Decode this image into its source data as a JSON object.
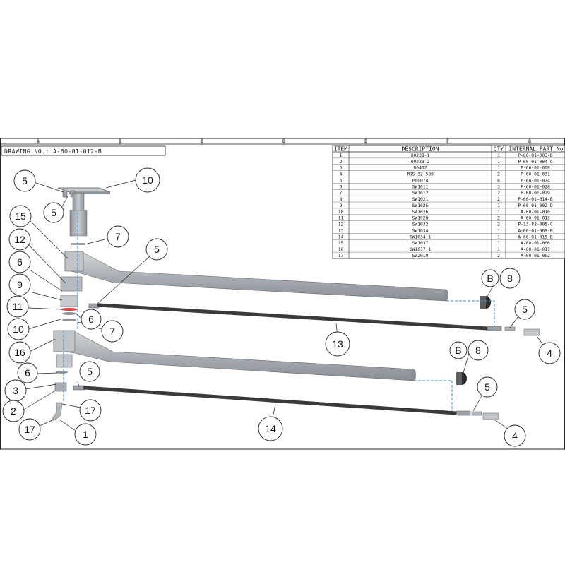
{
  "drawing_number_label": "DRAWING NO.: A-60-01-012-B",
  "grid_letters": [
    "A",
    "B",
    "C",
    "D",
    "E",
    "F",
    "G"
  ],
  "bom": {
    "headers": [
      "ITEM",
      "DESCRIPTION",
      "QTY",
      "INTERNAL PART No"
    ],
    "rows": [
      [
        "1",
        "00238-1",
        "1",
        "P-60-01-003-D"
      ],
      [
        "2",
        "00238-2",
        "1",
        "P-60-01-004-C"
      ],
      [
        "3",
        "00402",
        "1",
        "P-60-01-008"
      ],
      [
        "4",
        "MOS 32,589",
        "2",
        "P-60-01-031"
      ],
      [
        "5",
        "P00074",
        "6",
        "P-60-01-024"
      ],
      [
        "6",
        "SW1011",
        "3",
        "P-60-01-028"
      ],
      [
        "7",
        "SW1012",
        "2",
        "P-60-01-029"
      ],
      [
        "8",
        "SW1021",
        "2",
        "P-60-01-014-B"
      ],
      [
        "9",
        "SW1025",
        "1",
        "P-60-01-002-D"
      ],
      [
        "10",
        "SW1026",
        "1",
        "A-60-01-010"
      ],
      [
        "11",
        "SW1028",
        "2",
        "A-60-01-013"
      ],
      [
        "12",
        "SW1032",
        "2",
        "P-13-82-005-C"
      ],
      [
        "13",
        "SW1034",
        "1",
        "A-60-01-009-B"
      ],
      [
        "14",
        "SW1034.1",
        "1",
        "A-60-01-015-B"
      ],
      [
        "15",
        "SW1037",
        "1",
        "A-60-01-006"
      ],
      [
        "16",
        "SW1037.1",
        "1",
        "A-60-01-011"
      ],
      [
        "17",
        "SW2019",
        "2",
        "A-60-01-002"
      ]
    ]
  },
  "balloons": [
    "5",
    "5",
    "10",
    "15",
    "7",
    "12",
    "5",
    "6",
    "9",
    "11",
    "6",
    "10",
    "7",
    "16",
    "6",
    "5",
    "3",
    "2",
    "17",
    "17",
    "1",
    "13",
    "14",
    "B",
    "8",
    "5",
    "4",
    "B",
    "8",
    "5",
    "4"
  ],
  "colors": {
    "part_fill": "#b8bdc3",
    "part_dark": "#7f858c",
    "hose": "#3a3a3a",
    "centerline": "#3b8fd6",
    "line": "#222222"
  }
}
